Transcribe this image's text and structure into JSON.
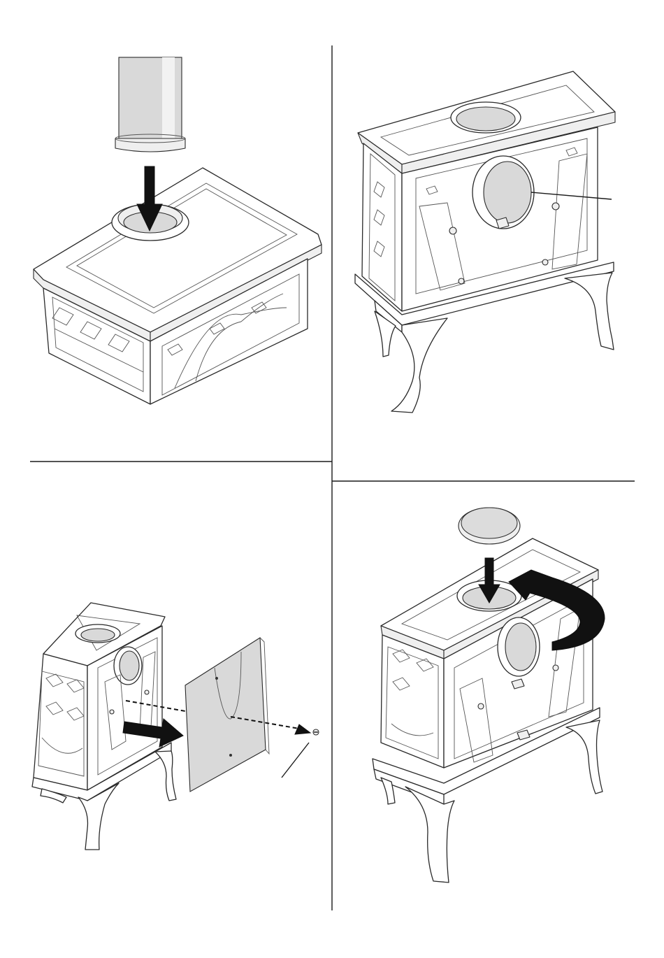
{
  "figure": {
    "panels": [
      {
        "id": "top-left",
        "content": "flue-pipe-onto-top-outlet"
      },
      {
        "id": "top-right",
        "content": "stove-rear-outlet-view"
      },
      {
        "id": "bottom-left",
        "content": "rear-panel-removal"
      },
      {
        "id": "bottom-right",
        "content": "top-cover-plate-swap"
      }
    ],
    "colors": {
      "line": "#1a1a1a",
      "fill": "#ffffff",
      "shade": "#d9d9d9",
      "arrow": "#111111"
    }
  }
}
